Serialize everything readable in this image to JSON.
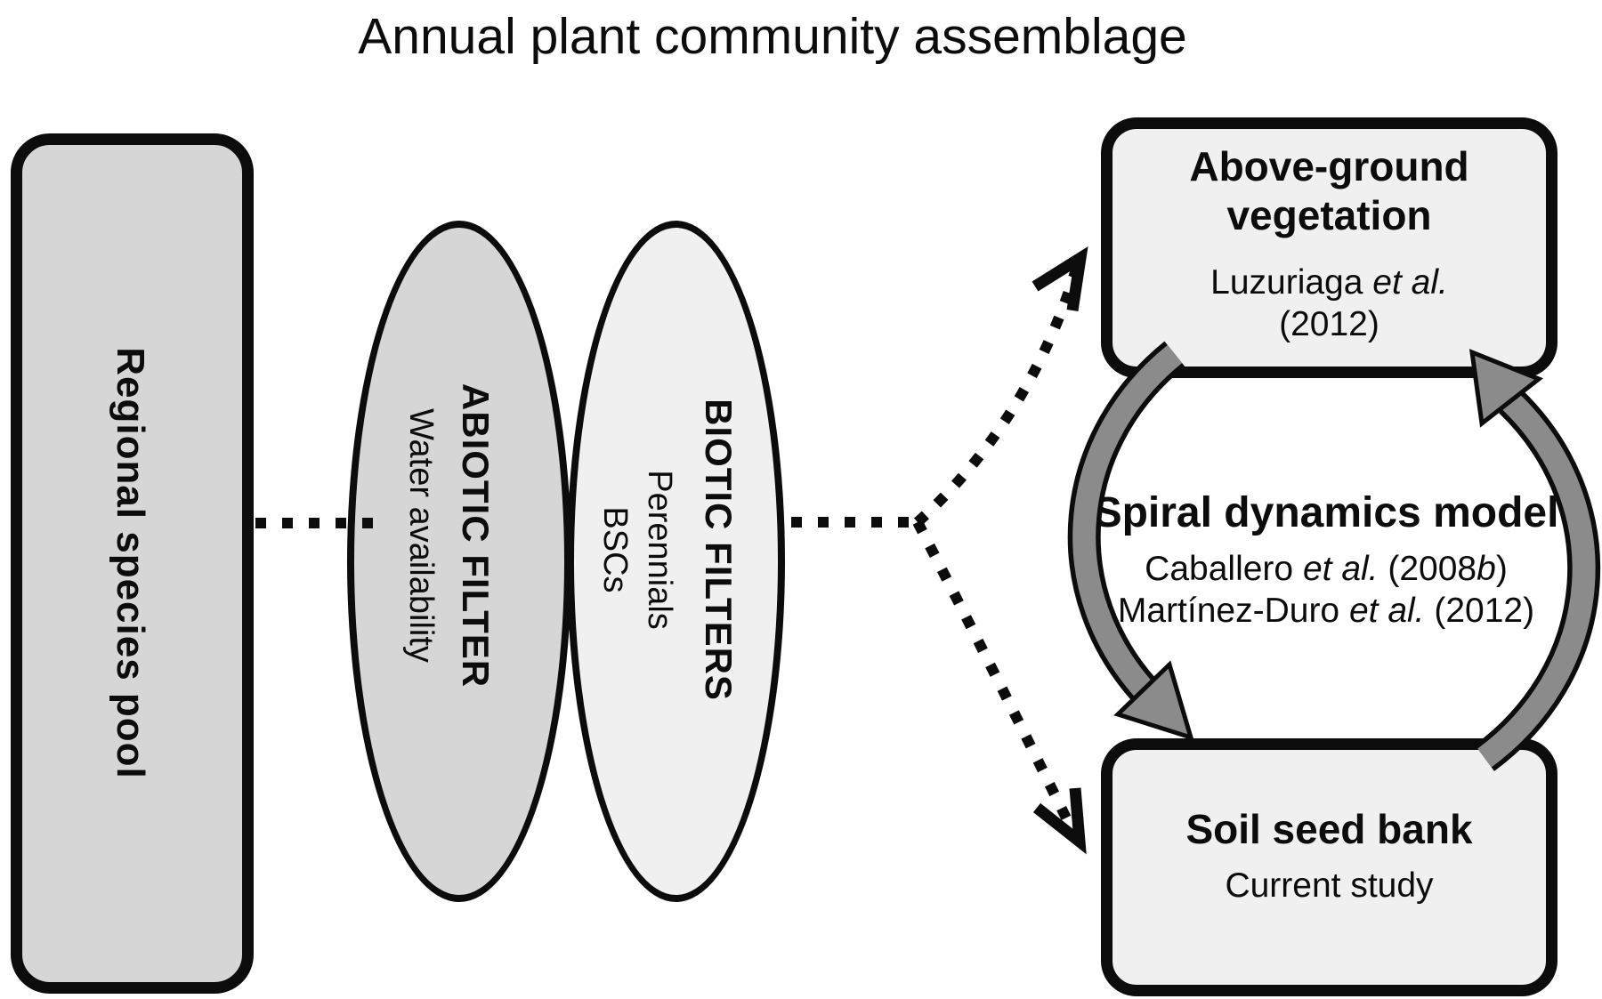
{
  "title": "Annual plant community assemblage",
  "left_box": {
    "label": "Regional species pool"
  },
  "abiotic_filter": {
    "heading": "ABIOTIC FILTER",
    "sub": "Water availability"
  },
  "biotic_filter": {
    "heading": "BIOTIC FILTERS",
    "sub1": "Perennials",
    "sub2": "BSCs"
  },
  "top_box": {
    "title_line1": "Above-ground",
    "title_line2": "vegetation",
    "ref_name": "Luzuriaga ",
    "ref_etal": "et al.",
    "ref_year": "(2012)"
  },
  "spiral": {
    "title": "Spiral dynamics model",
    "ref1_name": "Caballero ",
    "ref1_etal": "et al.",
    "ref1_open": " (2008",
    "ref1_b": "b",
    "ref1_close": ")",
    "ref2_name": "Martínez-Duro ",
    "ref2_etal": "et al.",
    "ref2_year": " (2012)"
  },
  "bottom_box": {
    "title": "Soil seed bank",
    "sub": "Current study"
  },
  "colors": {
    "light": "#f0f0f0",
    "mid": "#d6d6d6",
    "arc": "#8b8b8b",
    "ink": "#0c0c0c"
  }
}
